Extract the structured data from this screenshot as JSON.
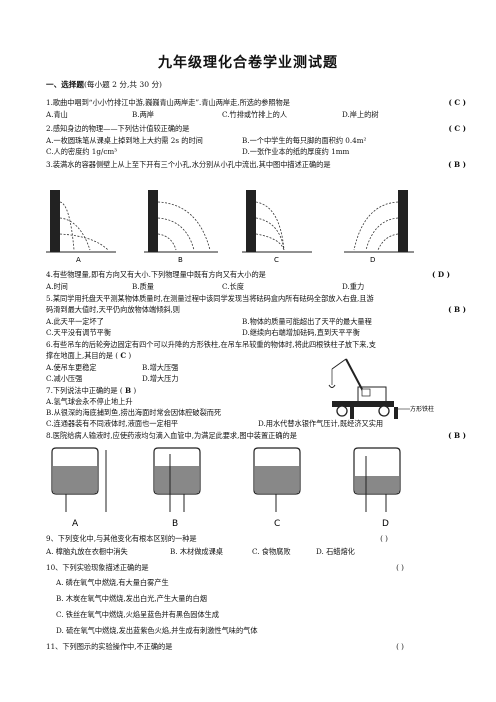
{
  "title": "九年级理化合卷学业测试题",
  "section": {
    "label": "一、选择题",
    "note": "(每小题 2 分,共 30 分)"
  },
  "q1": {
    "text": "1.歌曲中唱到“小小竹排江中游,巍巍青山两岸走”.青山两岸走,所选的参照物是",
    "answer": "( C )",
    "options": [
      "A.青山",
      "B.两岸",
      "C.竹排或竹排上的人",
      "D.岸上的树"
    ]
  },
  "q2": {
    "text": "2.感知身边的物理——下列估计值较正确的是",
    "answer": "( C )",
    "options": [
      "A.一枚圆珠笔从课桌上掉到地上大约需 2s 的时间",
      "B.一个中学生的每只脚的面积约 0.4m²",
      "C.人的密度约 1g/cm³",
      "D.一张作业本的纸的厚度约 1mm"
    ]
  },
  "q3": {
    "text": "3.装满水的容器侧壁上从上至下开有三个小孔,水分别从小孔中流出,其中图中描述正确的是",
    "answer": "( B )",
    "labels": [
      "A",
      "B",
      "C",
      "D"
    ]
  },
  "q4": {
    "text": "4.有些物理量,即有方向又有大小.下列物理量中既有方向又有大小的是",
    "answer": "( D )",
    "options": [
      "A.时间",
      "B.质量",
      "C.长度",
      "D.重力"
    ]
  },
  "q5": {
    "line1": "5.某同学用托盘天平测某物体质量时,在测量过程中该同学发现当将砝码盒内所有砝码全部放入右盘,且游",
    "line2": "码滑到最大值时,天平仍向放物体端倾斜,则",
    "answer": "( B )",
    "options": [
      "A.此天平一定坏了",
      "B.物体的质量可能超出了天平的最大量程",
      "C.天平没有调节平衡",
      "D.继续向右端增加砝码,直到天平平衡"
    ]
  },
  "q6": {
    "line1": "6.有些吊车的后轮旁边固定有四个可以升降的方形铁柱,在吊车吊较重的物体时,将此四根铁柱子放下来,支",
    "line2": "撑在地面上,其目的是 (",
    "answer": "C",
    "line2_end": ")",
    "options": [
      "A.使吊车更稳定",
      "B.增大压强",
      "C.减小压强",
      "D.增大压力"
    ],
    "figure_label": "方形铁柱"
  },
  "q7": {
    "text": "7.下列说法中正确的是 (",
    "answer": "B",
    "text_end": ")",
    "options": [
      "A.氢气球会永不停止地上升",
      "B.从很深的海底捕到鱼,捞出海面时常会因体腔破裂而死",
      "C.连通器装有不同液体时,液面也一定相平",
      "D.用水代替水银作气压计,既经济又实用"
    ]
  },
  "q8": {
    "text": "8.医院给病人输液时,应使药液均匀滴入血管中,为满足此要求,图中装置正确的是",
    "answer": "( B )",
    "labels": [
      "A",
      "B",
      "C",
      "D"
    ]
  },
  "q9": {
    "text": "9、下列变化中,与其他变化有根本区别的一种是",
    "answer": "( )",
    "options": [
      "A. 樟脑丸放在衣橱中消失",
      "B. 木材做成课桌",
      "C. 食物腐败",
      "D. 石蜡熔化"
    ]
  },
  "q10": {
    "text": "10、下列实验现象描述正确的是",
    "answer": "( )",
    "options": [
      "A. 磷在氧气中燃烧,有大量白雾产生",
      "B. 木炭在氧气中燃烧,发出白光,产生大量的白烟",
      "C. 铁丝在氧气中燃烧,火焰呈蓝色并有黑色固体生成",
      "D. 硫在氧气中燃烧,发出蓝紫色火焰,并生成有刺激性气味的气体"
    ]
  },
  "q11": {
    "text": "11、下列图示的实验操作中,不正确的是",
    "answer": "( )"
  }
}
